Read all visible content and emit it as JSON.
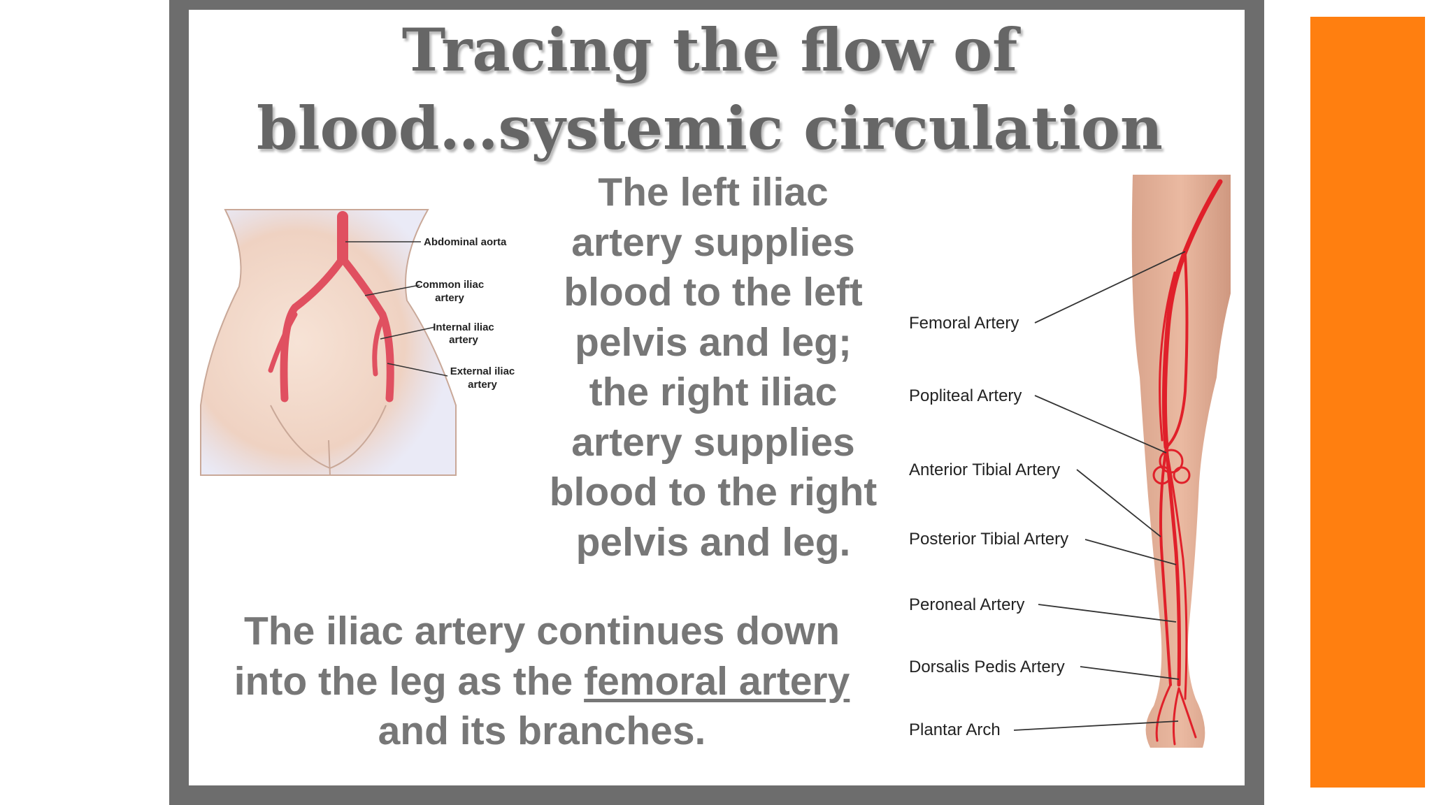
{
  "slide": {
    "title_line1": "Tracing the flow of",
    "title_line2": "blood…systemic circulation",
    "center_text_lines": [
      "The left iliac",
      "artery supplies",
      "blood to the left",
      "pelvis and leg;",
      "the right iliac",
      "artery supplies",
      "blood to the right",
      "pelvis and leg."
    ],
    "bottom_line1": "The iliac artery continues down",
    "bottom_line2_prefix": "into the leg as the ",
    "bottom_line2_link": "femoral artery",
    "bottom_line3": "and its branches."
  },
  "pelvis_figure": {
    "labels": {
      "abdominal_aorta": "Abdominal aorta",
      "common_iliac_1": "Common iliac",
      "common_iliac_2": "artery",
      "internal_iliac_1": "Internal iliac",
      "internal_iliac_2": "artery",
      "external_iliac_1": "External iliac",
      "external_iliac_2": "artery"
    }
  },
  "leg_figure": {
    "labels": {
      "femoral": "Femoral Artery",
      "popliteal": "Popliteal Artery",
      "anterior_tibial": "Anterior Tibial Artery",
      "posterior_tibial": "Posterior Tibial Artery",
      "peroneal": "Peroneal Artery",
      "dorsalis_pedis": "Dorsalis Pedis Artery",
      "plantar_arch": "Plantar Arch"
    }
  },
  "colors": {
    "frame": "#6d6d6d",
    "accent": "#ff7f10",
    "text": "#777777",
    "title": "#666666",
    "artery": "#e0202a",
    "skin": "#f3d9c8"
  }
}
